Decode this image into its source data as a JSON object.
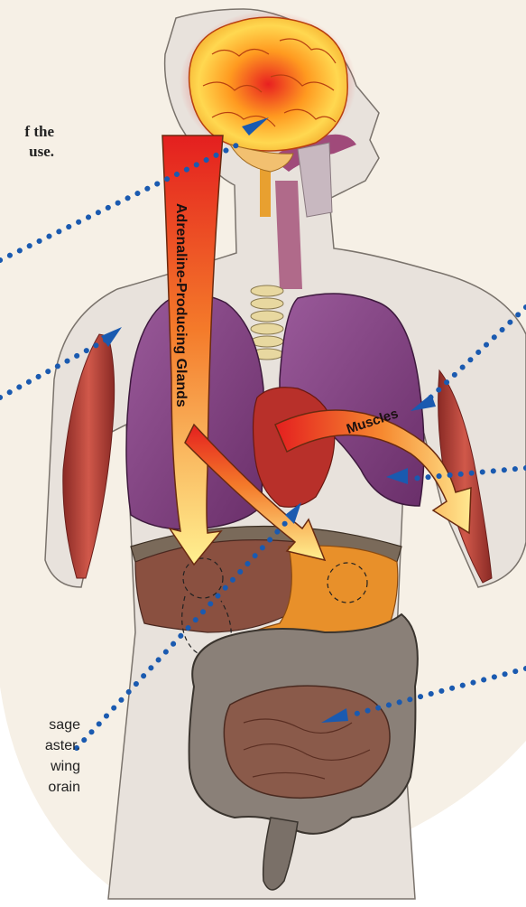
{
  "caption_top": {
    "line1": "f the",
    "line2": "use."
  },
  "caption_bottom": {
    "line1": "sage",
    "line2": "aster.",
    "line3": "wing",
    "line4": "orain"
  },
  "labels": {
    "glands": "Adrenaline-Producing Glands",
    "muscles": "Muscles"
  },
  "colors": {
    "background_circle": "#f6f0e6",
    "body": "#e8e2dc",
    "body_outline": "#7a736c",
    "lung": "#7a3f7a",
    "heart": "#b8302a",
    "liver": "#8a5040",
    "stomach": "#e8902a",
    "intestine": "#8a8078",
    "muscle": "#b8403a",
    "dots": "#1a5ab0",
    "arrow_start": "#e02020",
    "arrow_end": "#ffe890"
  }
}
